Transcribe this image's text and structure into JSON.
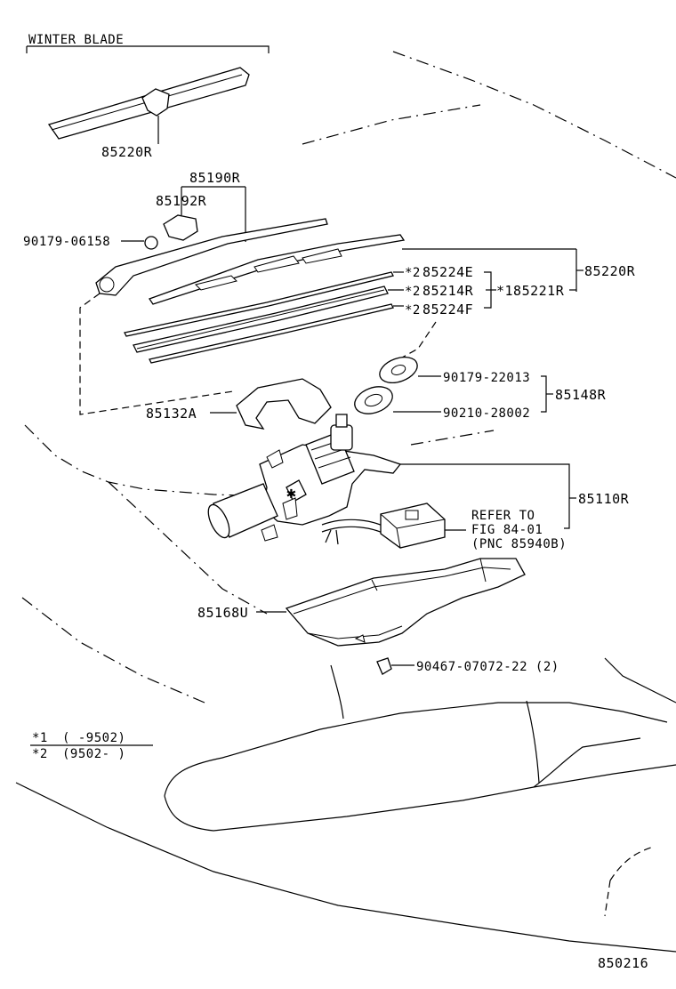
{
  "diagram": {
    "winter_blade_heading": "WINTER BLADE",
    "drawing_number": "850216",
    "labels": {
      "winter_blade_part": "85220R",
      "arm_assembly": "85190R",
      "arm_cap": "85192R",
      "arm_nut": "90179-06158",
      "blade_assembly": "85220R",
      "rubber_rail_e": "85224E",
      "rubber_rail_e_mark": "*2",
      "rubber_blade": "85214R",
      "rubber_blade_mark": "*2",
      "rubber_rail_f": "85224F",
      "rubber_rail_f_mark": "*2",
      "blade_rubber_alt": "*185221R",
      "pivot_nut": "90179-22013",
      "pivot_set": "85148R",
      "pivot_washer": "90210-28002",
      "arm_cover": "85132A",
      "motor_assembly": "85110R",
      "refer_line1": "REFER TO",
      "refer_line2": "FIG 84-01",
      "refer_line3": "(PNC 85940B)",
      "motor_cover": "85168U",
      "clip": "90467-07072-22 (2)"
    },
    "legend": {
      "row1_mark": "*1",
      "row1_range": "(     -9502)",
      "row2_mark": "*2",
      "row2_range": "(9502-      )"
    }
  }
}
